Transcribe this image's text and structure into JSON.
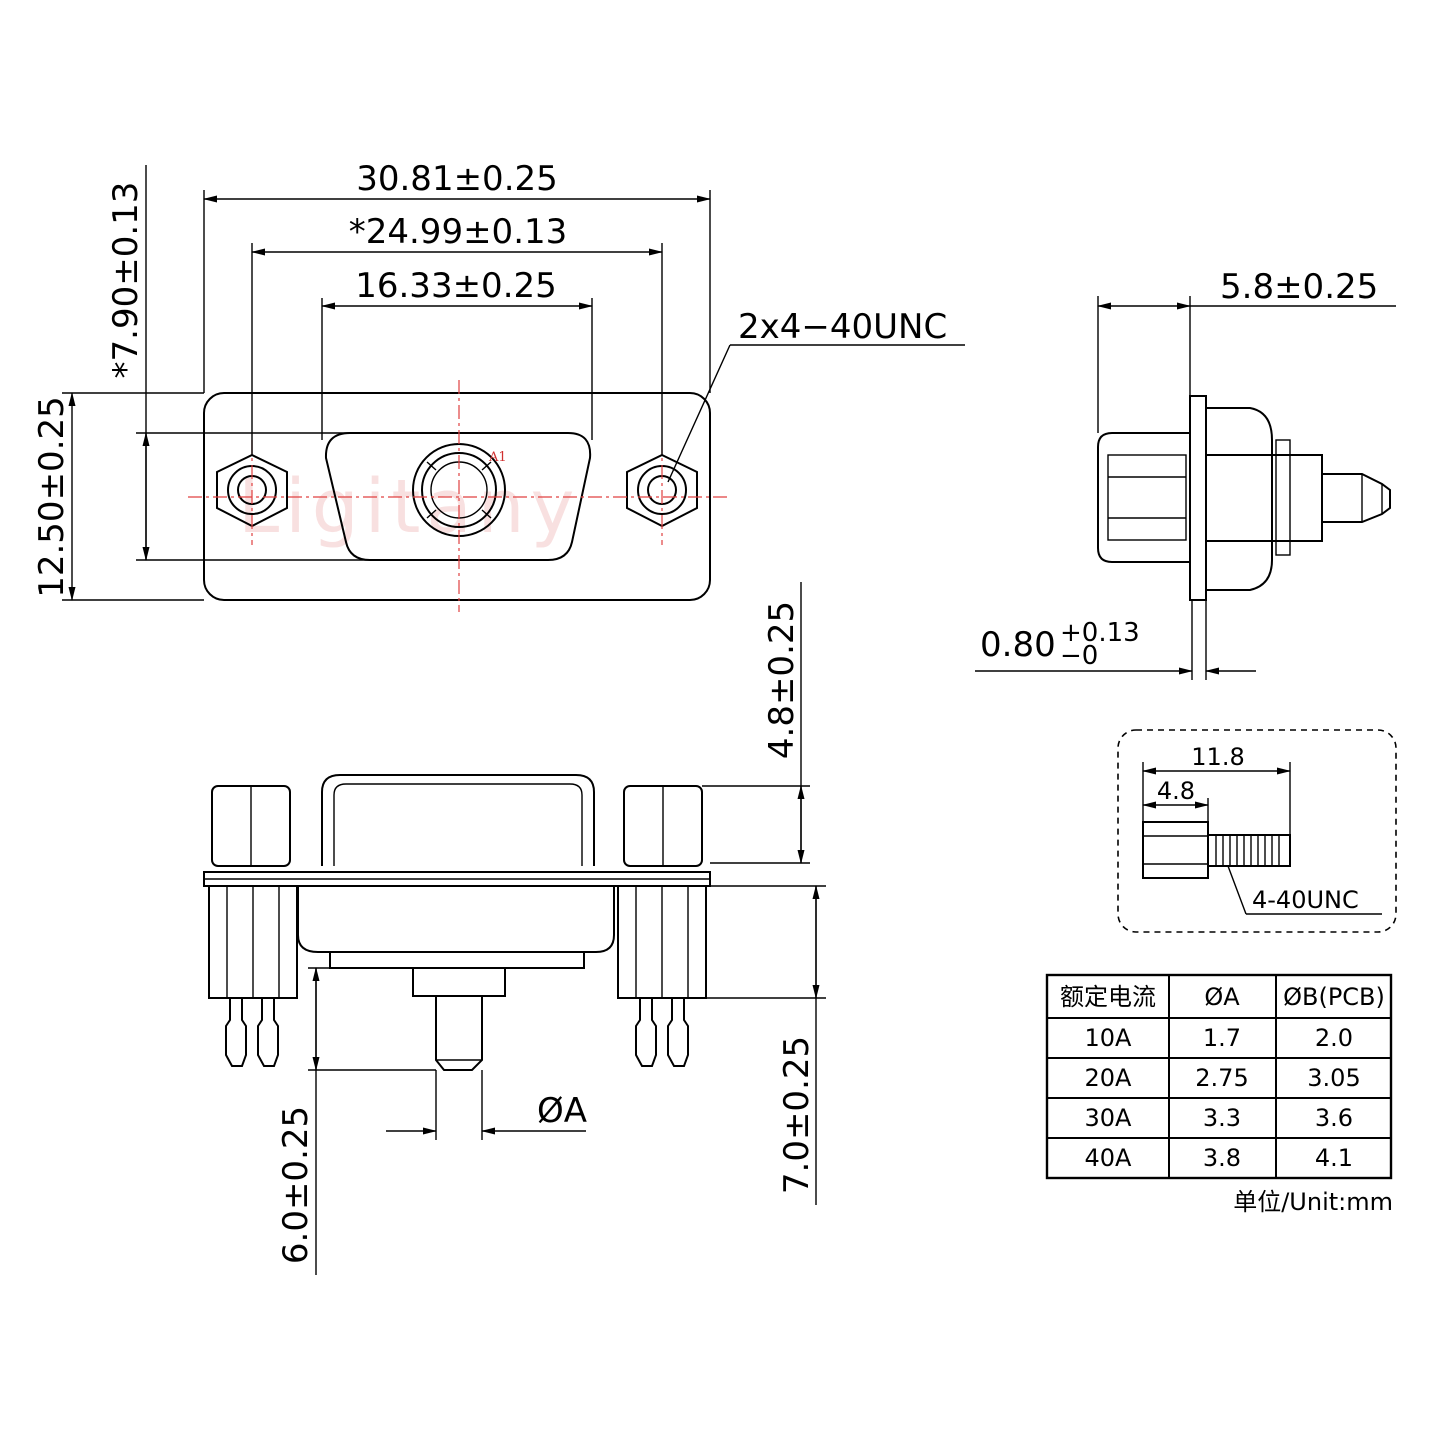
{
  "labels": {
    "width_overall": "30.81±0.25",
    "width_mount": "*24.99±0.13",
    "width_shell": "16.33±0.25",
    "thread_callout": "2x4−40UNC",
    "height_overall": "12.50±0.25",
    "height_shell": "*7.90±0.13",
    "depth_shell": "5.8±0.25",
    "flange_thickness_base": "0.80",
    "flange_tol_plus": "+0.13",
    "flange_tol_minus": "−0",
    "height_top": "4.8±0.25",
    "height_bottom": "7.0±0.25",
    "pin_length": "6.0±0.25",
    "pin_diameter": "ØA",
    "pin_marker": "A1",
    "watermark": "Ligitany"
  },
  "screw": {
    "total_length": "11.8",
    "head_length": "4.8",
    "thread": "4-40UNC"
  },
  "table": {
    "headers": [
      "额定电流",
      "ØA",
      "ØB(PCB)"
    ],
    "rows": [
      [
        "10A",
        "1.7",
        "2.0"
      ],
      [
        "20A",
        "2.75",
        "3.05"
      ],
      [
        "30A",
        "3.3",
        "3.6"
      ],
      [
        "40A",
        "3.8",
        "4.1"
      ]
    ],
    "unit": "单位/Unit:mm"
  }
}
